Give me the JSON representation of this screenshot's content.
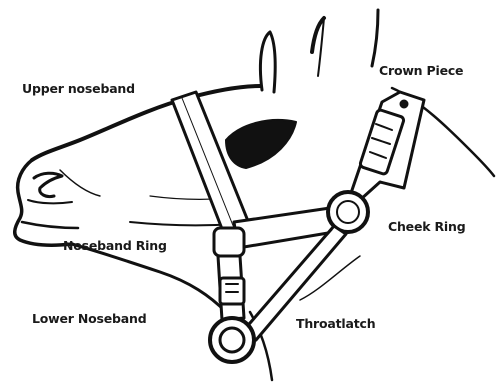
{
  "labels": {
    "upper_noseband": "Upper noseband",
    "crown_piece": "Crown Piece",
    "noseband_ring": "Noseband Ring",
    "cheek_ring": "Cheek Ring",
    "lower_noseband": "Lower Noseband",
    "throatlatch": "Throatlatch"
  },
  "colors": {
    "ink": "#111111",
    "strap_fill": "#ffffff"
  }
}
